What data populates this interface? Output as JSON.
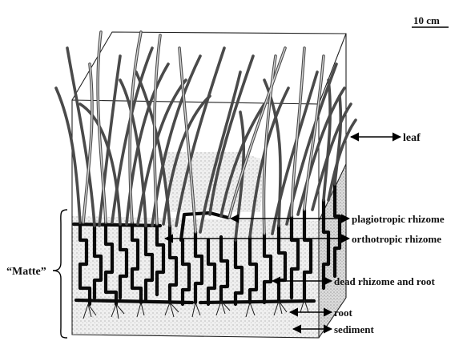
{
  "scale_bar": {
    "label": "10 cm"
  },
  "labels": {
    "leaf": "leaf",
    "plagiotropic": "plagiotropic rhizome",
    "orthotropic": "orthotropic rhizome",
    "dead": "dead rhizome and root",
    "root": "root",
    "sediment": "sediment",
    "matte": "“Matte”"
  },
  "colors": {
    "sediment": "#e9e9e9",
    "sediment_dots": "#9a9a9a",
    "leaf": "#4a4a4a",
    "rhizome": "#0a0a0a"
  }
}
